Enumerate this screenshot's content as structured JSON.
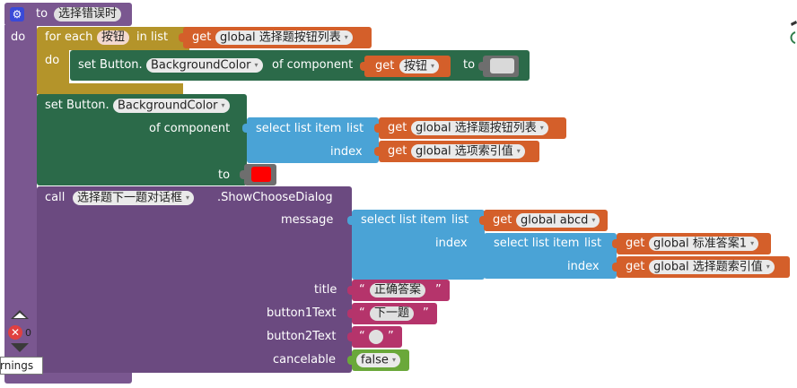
{
  "procedure": {
    "to": "to",
    "name": "选择错误时",
    "do": "do"
  },
  "foreach": {
    "label": "for each",
    "var": "按钮",
    "in_list": "in list",
    "do": "do"
  },
  "get_label": "get",
  "set_button": {
    "label": "set Button.",
    "property": "BackgroundColor",
    "of_component": "of component",
    "to": "to"
  },
  "get_vars": {
    "button_list": "global 选择题按钮列表",
    "button": "按钮",
    "option_index": "global 选项索引值",
    "abcd": "global abcd",
    "std_answer": "global 标准答案1",
    "question_index": "global 选择题索引值"
  },
  "select_list": {
    "label": "select list item",
    "list": "list",
    "index": "index"
  },
  "call": {
    "label": "call",
    "component": "选择题下一题对话框",
    "method": ".ShowChooseDialog"
  },
  "params": {
    "message": "message",
    "title": "title",
    "button1": "button1Text",
    "button2": "button2Text",
    "cancelable": "cancelable"
  },
  "strings": {
    "title": "正确答案",
    "button1": "下一题",
    "button2": ""
  },
  "bool": {
    "value": "false"
  },
  "warnings": {
    "count": "0",
    "label": "rnings"
  },
  "colors": {
    "grey": "#d9d9d9",
    "red": "#ff0000"
  }
}
